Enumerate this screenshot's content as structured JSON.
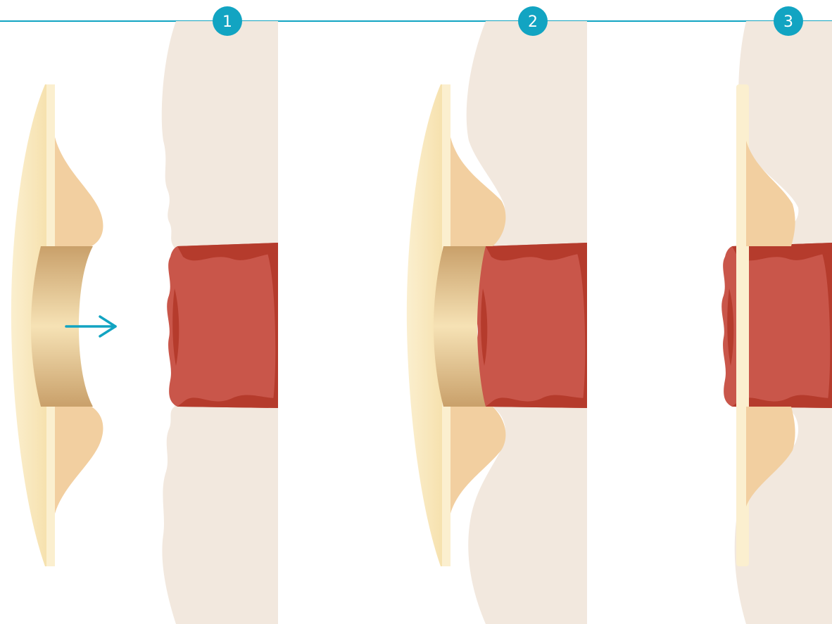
{
  "steps": [
    {
      "number": "1",
      "label": "step-1"
    },
    {
      "number": "2",
      "label": "step-2"
    },
    {
      "number": "3",
      "label": "step-3"
    }
  ],
  "colors": {
    "accent": "#12a4c2",
    "skin": "#f2e8de",
    "stoma": "#c9564a",
    "stoma_dark": "#b53b2c",
    "barrier_face": "#f6e0a8",
    "barrier_edge": "#fbefcf",
    "hydrocolloid": "#f2cfa0",
    "collar": "#e6c28c",
    "collar_shade": "#c9a06a"
  },
  "icons": {
    "direction": "arrow-right-icon"
  }
}
